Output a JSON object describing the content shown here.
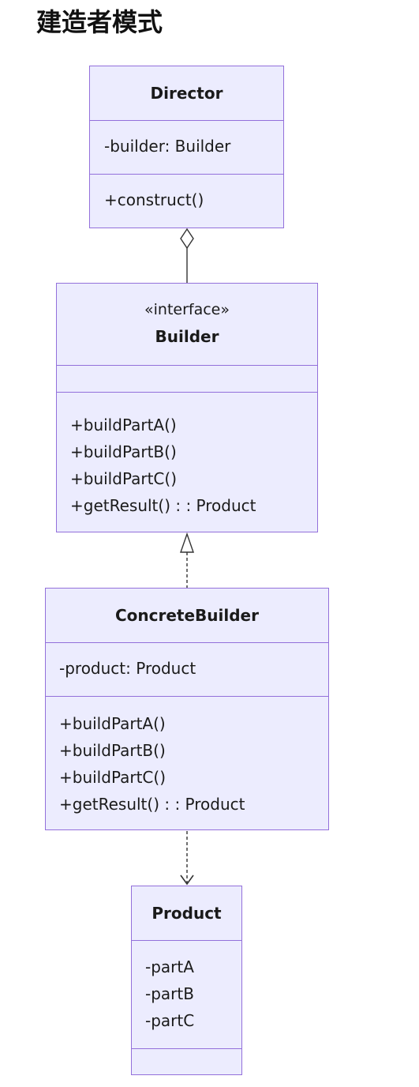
{
  "title": "建造者模式",
  "colors": {
    "class_fill": "#ececfe",
    "class_border": "#9370db",
    "connector": "#333333"
  },
  "classes": {
    "director": {
      "name": "Director",
      "attributes": [
        "-builder: Builder"
      ],
      "methods": [
        "+construct()"
      ]
    },
    "builder": {
      "stereotype": "«interface»",
      "name": "Builder",
      "attributes": [],
      "methods": [
        "+buildPartA()",
        "+buildPartB()",
        "+buildPartC()",
        "+getResult() : : Product"
      ]
    },
    "concrete_builder": {
      "name": "ConcreteBuilder",
      "attributes": [
        "-product: Product"
      ],
      "methods": [
        "+buildPartA()",
        "+buildPartB()",
        "+buildPartC()",
        "+getResult() : : Product"
      ]
    },
    "product": {
      "name": "Product",
      "attributes": [
        "-partA",
        "-partB",
        "-partC"
      ],
      "methods": []
    }
  },
  "relations": [
    {
      "from": "Director",
      "to": "Builder",
      "type": "aggregation"
    },
    {
      "from": "ConcreteBuilder",
      "to": "Builder",
      "type": "realization"
    },
    {
      "from": "ConcreteBuilder",
      "to": "Product",
      "type": "dependency"
    }
  ]
}
